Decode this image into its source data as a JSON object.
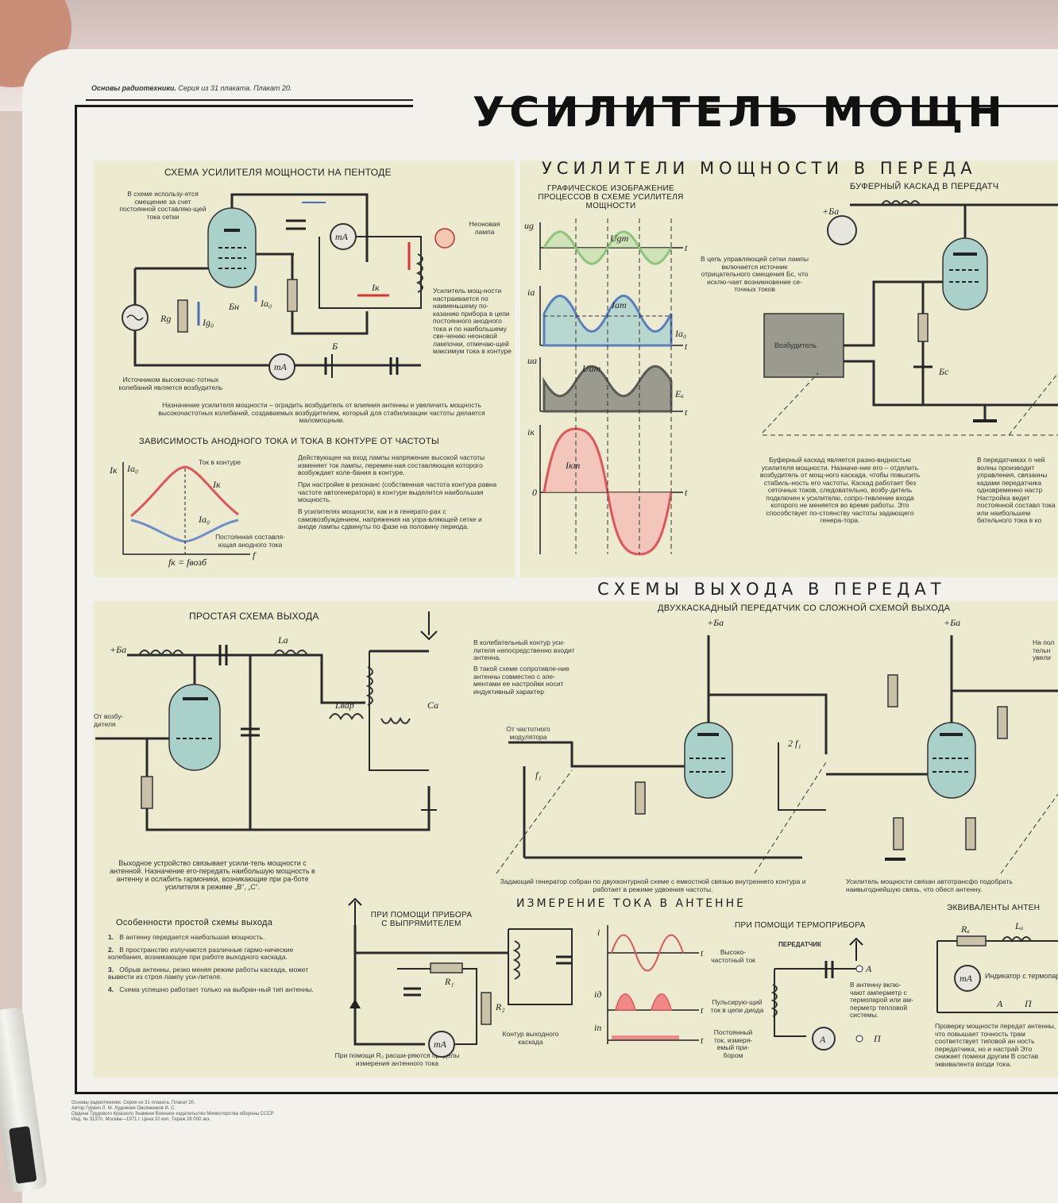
{
  "header": {
    "series_bold": "Основы радиотехники.",
    "series_rest": "Серия из 31 плаката. Плакат 20.",
    "title": "УСИЛИТЕЛЬ МОЩН"
  },
  "pentode_panel": {
    "title": "СХЕМА УСИЛИТЕЛЯ МОЩНОСТИ НА ПЕНТОДЕ",
    "bias_note": "В схеме использу-ется смещение за счет постоянной составляю-щей тока сетки",
    "neon_label": "Неоновая лампа",
    "meter_note": "Усилитель мощ-ности настраивается по наименьшему по-казанию прибора в цепи постоянного анодного тока и по наибольшему све-чению неоновой лампочки, отмечаю-щей максимум тока в контуре",
    "source_note": "Источником высокочас-тотных колебаний является возбудитель",
    "purpose": "Назначение усилителя мощности – оградить возбудитель от влияния антенны и увеличить мощность высокочастотных колебаний, создаваемых возбудителем, который для стабилизации частоты делается маломощным.",
    "labels": {
      "rg": "Rg",
      "mA": "mA",
      "Ba": "Б",
      "Bn": "Бн",
      "ig0": "Ig₀",
      "ia0": "Ia₀",
      "ik": "Iк"
    }
  },
  "freq_panel": {
    "title": "ЗАВИСИМОСТЬ АНОДНОГО ТОКА И ТОКА В КОНТУРЕ ОТ ЧАСТОТЫ",
    "axis_y1": "Iк",
    "axis_y2": "Ia₀",
    "axis_x": "f",
    "curve1_label": "Ток в контуре",
    "curve1_sym": "Iк",
    "curve2_sym": "Ia₀",
    "curve2_label": "Постоянная составля-ющая анодного тока",
    "resonance": "fк = fвозб",
    "para1": "Действующее на вход лампы напряжение высокой частоты изменяет ток лампы, перемен-ная составляющая которого возбуждает коле-бания в контуре.",
    "para2": "При настройке в резонанс (собственная частота контура равна частоте автогенератора) в контуре выделится наибольшая мощность.",
    "para3": "В усилителях мощности, как и в генерато-рах с самовозбуждением, напряжения на упра-вляющей сетке и аноде лампы сдвинуты по фазе на половину периода."
  },
  "transmit_section": {
    "title": "УСИЛИТЕЛИ МОЩНОСТИ В ПЕРЕДА",
    "graph_title": "ГРАФИЧЕСКОЕ ИЗОБРАЖЕНИЕ ПРОЦЕССОВ В СХЕМЕ УСИЛИТЕЛЯ МОЩНОСТИ",
    "graph_labels": {
      "ug": "ug",
      "ugm": "Ugm",
      "ia": "ia",
      "iam": "Iam",
      "ia0": "Ia₀",
      "ua": "ua",
      "uam": "Uam",
      "ea": "Eₐ",
      "ik": "iк",
      "ikm": "Iкm",
      "t": "t",
      "zero": "0"
    },
    "buffer_title": "БУФЕРНЫЙ КАСКАД В ПЕРЕДАТЧ",
    "buffer_note": "В цепь управляющей сетки лампы включается источник отрицательного смещения Бс, что исклю-чает возникновение се-точных токов",
    "exciter": "Возбудитель",
    "Bc": "Бс",
    "Ba": "+Бa",
    "buffer_text": "Буферный каскад является разно-видностью усилителя мощности. Назначе-ние его – отделить возбудитель от мощ-ного каскада, чтобы повысить стабиль-ность его частоты. Каскад работает без сеточных токов, следовательно, возбу-дитель подключен к усилителю, сопро-тивление входа которого не меняется во время работы. Это способствует по-стоянству частоты задающего генера-тора.",
    "right_text": "В передатчиках п чей волны производит управления, связанны кадами передатчика одновременно настр Настройка ведет постоянной составл тока или наибольшем бательного тока в ко"
  },
  "output_section": {
    "title": "СХЕМЫ ВЫХОДА В ПЕРЕДАТ",
    "simple_title": "ПРОСТАЯ СХЕМА ВЫХОДА",
    "simple_labels": {
      "ba": "+Бa",
      "la": "La",
      "lvar": "Lвар",
      "ca": "Ca",
      "from": "От возбу-дителя"
    },
    "antenna_note": "В колебательный контур уси-лителя непосредственно входит антенна.",
    "antenna_note2": "В такой схеме сопротивле-ние антенны совместно с эле-ментами ее настройки носит индуктивный характер",
    "simple_desc": "Выходное устройство связывает усили-тель мощности с антенной. Назначение его-передать наибольшую мощность в антенну и ослабить гармоники, возникающие при ра-боте усилителя в режиме „В“, „С“.",
    "features_title": "Особенности простой схемы выхода",
    "features": [
      {
        "num": "1.",
        "text": "В антенну передается наибольшая мощность."
      },
      {
        "num": "2.",
        "text": "В пространство излучаются различные гармо-нические колебания, возникающие при работе выходного каскада."
      },
      {
        "num": "3.",
        "text": "Обрыв антенны, резко меняя режим работы каскада, может вывести из строя лампу уси-лителя."
      },
      {
        "num": "4.",
        "text": "Схема успешно работает только на выбран-ный тип антенны."
      }
    ],
    "two_stage_title": "ДВУХКАСКАДНЫЙ ПЕРЕДАТЧИК СО СЛОЖНОЙ СХЕМОЙ ВЫХОДА",
    "modulator": "От частотного модулятора",
    "f1": "f₁",
    "two_f1": "2 f₁",
    "two_stage_note": "Задающий генератор собран по двухконтурной схеме с емкостной связью внутреннего контура и работает в режиме удвоения частоты.",
    "right_note": "Усилитель мощности связан автотрансфо подобрать наивыгоднейшую связь, что обесп антенну.",
    "right_top_note": "На пол тельн увели",
    "Ba1": "+Бa",
    "Ba2": "+Бa"
  },
  "measure_section": {
    "title": "ИЗМЕРЕНИЕ ТОКА В АНТЕННЕ",
    "rect_title": "ПРИ ПОМОЩИ ПРИБОРА С ВЫПРЯМИТЕЛЕМ",
    "rect_labels": {
      "r1": "R₁",
      "r2": "R₂",
      "mA": "mA"
    },
    "contour_label": "Контур выходного каскада",
    "r2_note": "При помощи R₂ расши-ряются пределы измерения антенного тока",
    "wave_labels": {
      "i": "i",
      "id": "iд",
      "ip": "iп",
      "t": "t"
    },
    "thermo_title": "ПРИ ПОМОЩИ ТЕРМОПРИБОРА",
    "transmitter": "ПЕРЕДАТЧИК",
    "hf_current": "Высоко-частотный ток",
    "pulse_current": "Пульсирую-щий ток в цепи диода",
    "dc_current": "Постоянный ток, измеря-емый при-бором",
    "thermo_note": "В антенну вклю-чают амперметр с термопарой или ам-перметр тепловой системы.",
    "A": "А",
    "P": "П",
    "A_meter": "A",
    "equiv_title": "ЭКВИВАЛЕНТЫ АНТЕН",
    "equiv_labels": {
      "ra": "Rₐ",
      "la": "Lₐ",
      "mA": "mA",
      "ind": "Индикатор с термопарой",
      "A": "А",
      "P": "П"
    },
    "equiv_note": "Проверку мощности передат антенны, что повышает точность трам соответствует типовой ан ность передатчика, но и настрай Это снижает помехи другим В состав эквивалента входи тока."
  },
  "colophon": [
    "Основы радиотехники. Серия из 31 плаката. Плакат 20.",
    "Автор Гурвич Л. М. Художник Овсянников И. С.",
    "Ордена Трудового Красного Знамени Военное издательство Министерства обороны СССР",
    "Инд. № 3137п. Москва—1971 г. Цена 10 коп. Тираж 28 000 экз."
  ],
  "colors": {
    "panel": "#ecebcf",
    "tube": "#a9d0c9",
    "green_wave": "#8ec47e",
    "blue_wave": "#5a7fbf",
    "grey_fill": "#9a9a8e",
    "red_wave": "#f08a86",
    "red_curve": "#e2545a",
    "blue_curve": "#6f8fcc"
  }
}
